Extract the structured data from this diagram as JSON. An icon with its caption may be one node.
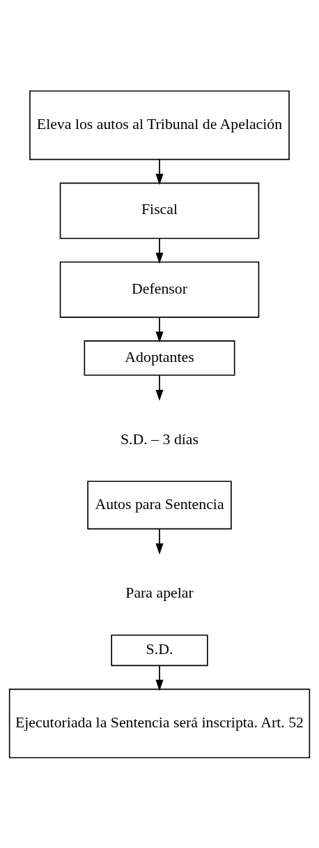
{
  "diagram": {
    "nodes": [
      {
        "text": [
          "Eleva los autos al Tribunal de Apelación"
        ]
      },
      {
        "text": [
          "Fiscal"
        ]
      },
      {
        "text": [
          "Defensor"
        ]
      },
      {
        "text": [
          "Adoptantes"
        ]
      },
      {
        "text": [
          "Autos para Sentencia"
        ]
      },
      {
        "text": [
          "S.D."
        ]
      },
      {
        "text": [
          "Ejecutoriada la Sentencia será inscripta. Art. 52"
        ]
      }
    ],
    "edges": [
      {
        "from": 0,
        "to": 1,
        "arrow": "to"
      },
      {
        "from": 1,
        "to": 2,
        "arrow": "to"
      },
      {
        "from": 2,
        "to": 3,
        "arrow": "to"
      },
      {
        "from": 3,
        "to": null,
        "arrow": "to"
      },
      {
        "from": 4,
        "to": null,
        "arrow": "to"
      },
      {
        "from": 5,
        "to": 6,
        "arrow": "to"
      }
    ],
    "labels": [
      "S.D. – 3 días",
      "Para apelar"
    ]
  }
}
